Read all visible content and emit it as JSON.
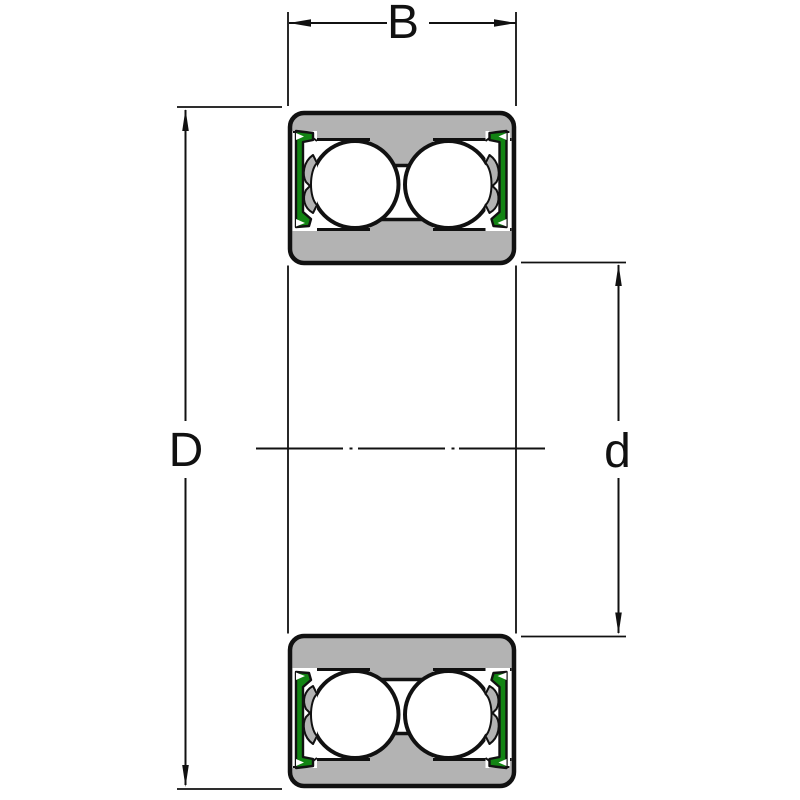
{
  "drawing": {
    "type": "double-row-sealed-ball-bearing-cross-section",
    "labels": {
      "width": "B",
      "outer_diameter": "D",
      "bore_diameter": "d"
    },
    "colors": {
      "ring_fill": "#b3b3b3",
      "seal_fill": "#128413",
      "cage_fill": "#b3b3b3",
      "ball_fill": "#ffffff",
      "outline": "#111111",
      "background": "#ffffff"
    }
  }
}
